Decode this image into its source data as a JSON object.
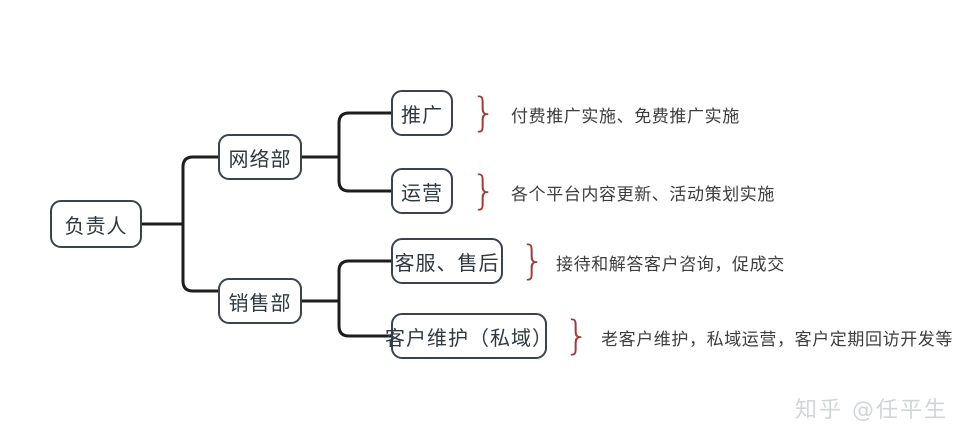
{
  "diagram": {
    "background_color": "#ffffff",
    "node_border_color": "#3a4450",
    "brace_color": "#9e3b3b",
    "description_color": "#3d3d3d",
    "root": {
      "label": "负责人"
    },
    "branches": [
      {
        "label": "网络部",
        "children": [
          {
            "label": "推广",
            "brace": "}",
            "description": "付费推广实施、免费推广实施"
          },
          {
            "label": "运营",
            "brace": "}",
            "description": "各个平台内容更新、活动策划实施"
          }
        ]
      },
      {
        "label": "销售部",
        "children": [
          {
            "label": "客服、售后",
            "brace": "}",
            "description": "接待和解答客户咨询，促成交"
          },
          {
            "label": "客户维护（私域）",
            "brace": "}",
            "description": "老客户维护，私域运营，客户定期回访开发等"
          }
        ]
      }
    ]
  },
  "watermark": {
    "text": "知乎 @任平生"
  }
}
